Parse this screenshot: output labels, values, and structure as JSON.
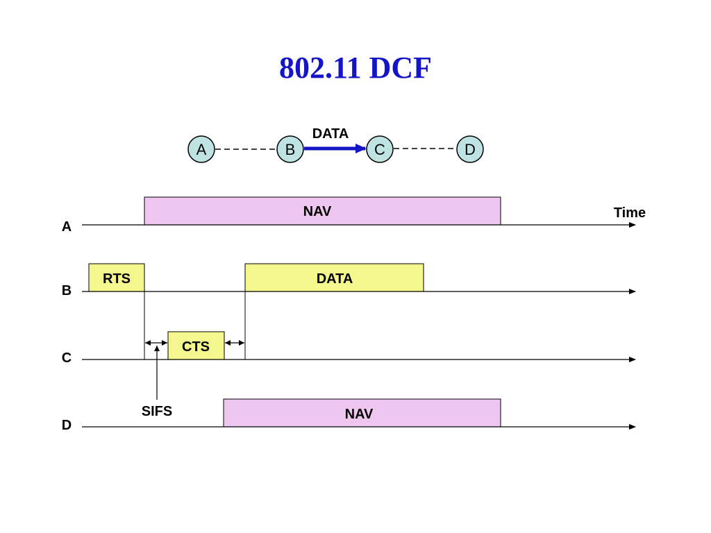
{
  "title": "802.11 DCF",
  "colors": {
    "title": "#1414c8",
    "node_fill": "#bfe3e3",
    "nav_fill": "#eec6f0",
    "frame_fill": "#f4f68e",
    "arrow": "#1414c8",
    "line": "#000000"
  },
  "topology": {
    "nodes": [
      "A",
      "B",
      "C",
      "D"
    ],
    "transfer_label": "DATA"
  },
  "timeline": {
    "time_label": "Time",
    "rows": [
      {
        "station": "A",
        "frames": [
          {
            "label": "NAV",
            "kind": "nav"
          }
        ]
      },
      {
        "station": "B",
        "frames": [
          {
            "label": "RTS",
            "kind": "frame"
          },
          {
            "label": "DATA",
            "kind": "frame"
          }
        ]
      },
      {
        "station": "C",
        "frames": [
          {
            "label": "CTS",
            "kind": "frame"
          }
        ]
      },
      {
        "station": "D",
        "frames": [
          {
            "label": "NAV",
            "kind": "nav"
          }
        ]
      }
    ],
    "interframe_label": "SIFS"
  }
}
